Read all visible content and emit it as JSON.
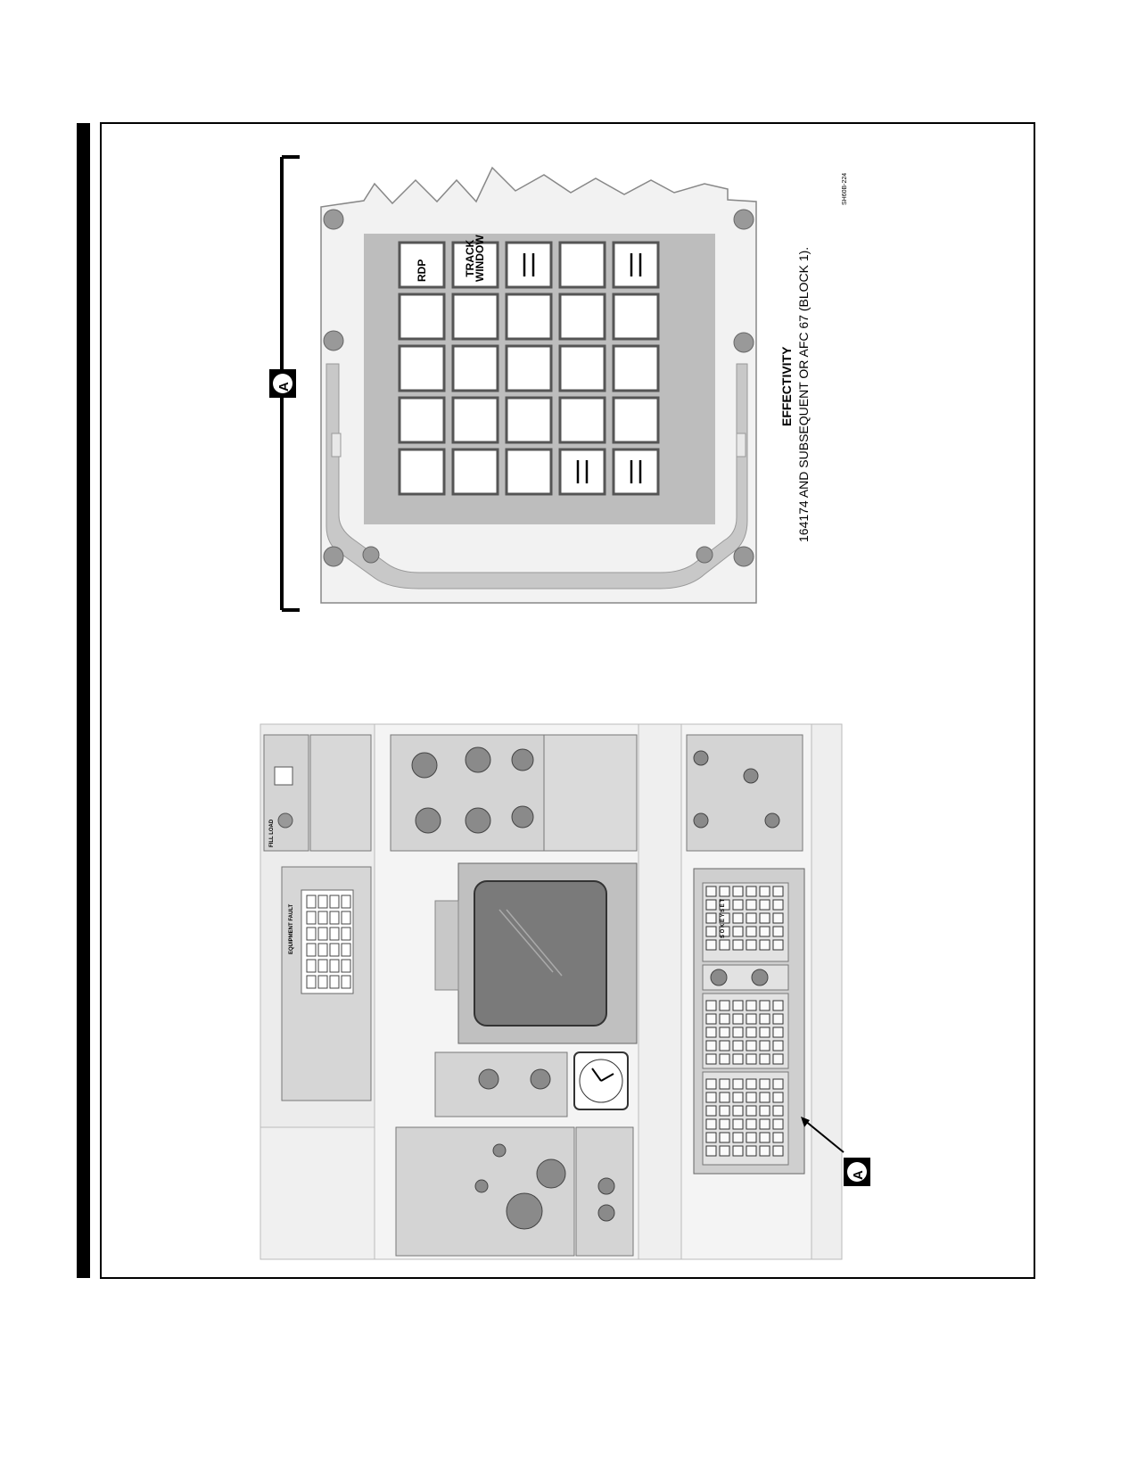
{
  "figure": {
    "callout_letter": "A",
    "panel_keys": [
      {
        "row": 0,
        "col": 0,
        "label": "RDP"
      },
      {
        "row": 0,
        "col": 1,
        "label": "TRACK\nWINDOW"
      },
      {
        "row": 0,
        "col": 2,
        "label": "||"
      },
      {
        "row": 0,
        "col": 3,
        "label": ""
      },
      {
        "row": 0,
        "col": 4,
        "label": "||"
      },
      {
        "row": 4,
        "col": 3,
        "label": "||"
      },
      {
        "row": 4,
        "col": 4,
        "label": "||"
      }
    ],
    "effectivity_title": "EFFECTIVITY",
    "effectivity_text": "164174 AND SUBSEQUENT OR AFC 67 (BLOCK 1).",
    "figure_id": "SH60B-224",
    "console_labels": {
      "equipment_fault": "EQUIPMENT FAULT",
      "keyset": "S O   K E Y S E T",
      "fill_load": "FILL LOAD"
    }
  }
}
